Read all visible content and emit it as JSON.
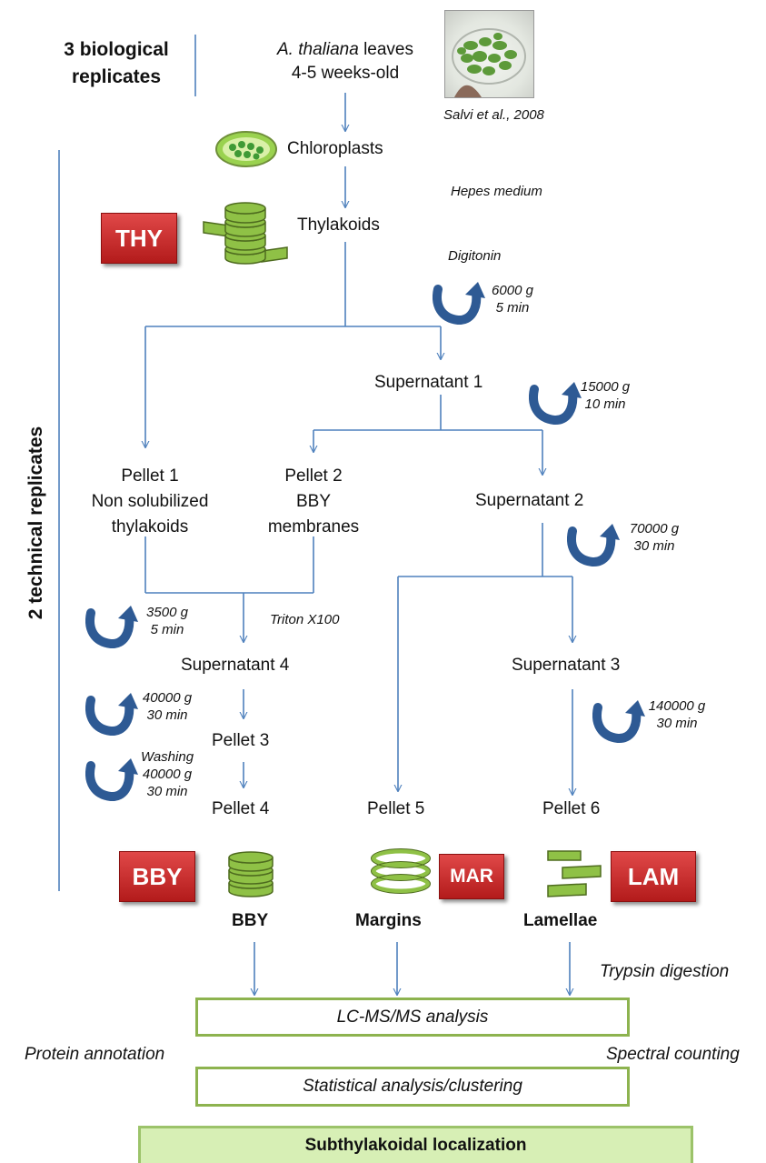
{
  "header": {
    "bio_replicates_line1": "3 biological",
    "bio_replicates_line2": "replicates",
    "tech_replicates": "2 technical replicates"
  },
  "source": {
    "species": "A. thaliana",
    "species_suffix": " leaves",
    "age": "4-5 weeks-old",
    "citation": "Salvi et al., 2008"
  },
  "nodes": {
    "chloroplasts": "Chloroplasts",
    "thylakoids": "Thylakoids",
    "supernatant1": "Supernatant  1",
    "supernatant2": "Supernatant  2",
    "supernatant3": "Supernatant  3",
    "supernatant4": "Supernatant  4",
    "pellet1_l1": "Pellet 1",
    "pellet1_l2": "Non solubilized",
    "pellet1_l3": "thylakoids",
    "pellet2_l1": "Pellet 2",
    "pellet2_l2": "BBY",
    "pellet2_l3": "membranes",
    "pellet3": "Pellet 3",
    "pellet4": "Pellet 4",
    "pellet5": "Pellet 5",
    "pellet6": "Pellet 6"
  },
  "conditions": {
    "hepes": "Hepes medium",
    "digitonin": "Digitonin",
    "triton": "Triton X100",
    "trypsin": "Trypsin digestion",
    "protein_annotation": "Protein annotation",
    "spectral_counting": "Spectral counting"
  },
  "centrifugations": {
    "c6000_g": "6000 g",
    "c6000_t": "5 min",
    "c15000_g": "15000 g",
    "c15000_t": "10 min",
    "c70000_g": "70000  g",
    "c70000_t": "30 min",
    "c3500_g": "3500 g",
    "c3500_t": "5 min",
    "c40000a_g": "40000  g",
    "c40000a_t": "30 min",
    "c40000b_w": "Washing",
    "c40000b_g": "40000  g",
    "c40000b_t": "30 min",
    "c140000_g": "140000 g",
    "c140000_t": "30 min"
  },
  "badges": {
    "thy": "THY",
    "bby": "BBY",
    "mar": "MAR",
    "lam": "LAM"
  },
  "fractions": {
    "bby": "BBY",
    "margins": "Margins",
    "lamellae": "Lamellae"
  },
  "analysis": {
    "lcms": "LC-MS/MS analysis",
    "stats": "Statistical analysis/clustering",
    "localization": "Subthylakoidal localization"
  },
  "colors": {
    "flow_line": "#4f81bd",
    "spin_arrow": "#2e5a94",
    "badge_red": "#c0282b",
    "membrane_green": "#8fc146",
    "box_border": "#8db34f",
    "result_fill": "#d7efb5"
  },
  "icons": {
    "centrifuge": "curved-arrow-icon",
    "chloroplast": "chloroplast-icon",
    "thylakoid_stack": "thylakoid-stack-icon",
    "grana_stack": "grana-stack-icon",
    "margin_rings": "margin-rings-icon",
    "lamellae": "lamellae-icon"
  }
}
